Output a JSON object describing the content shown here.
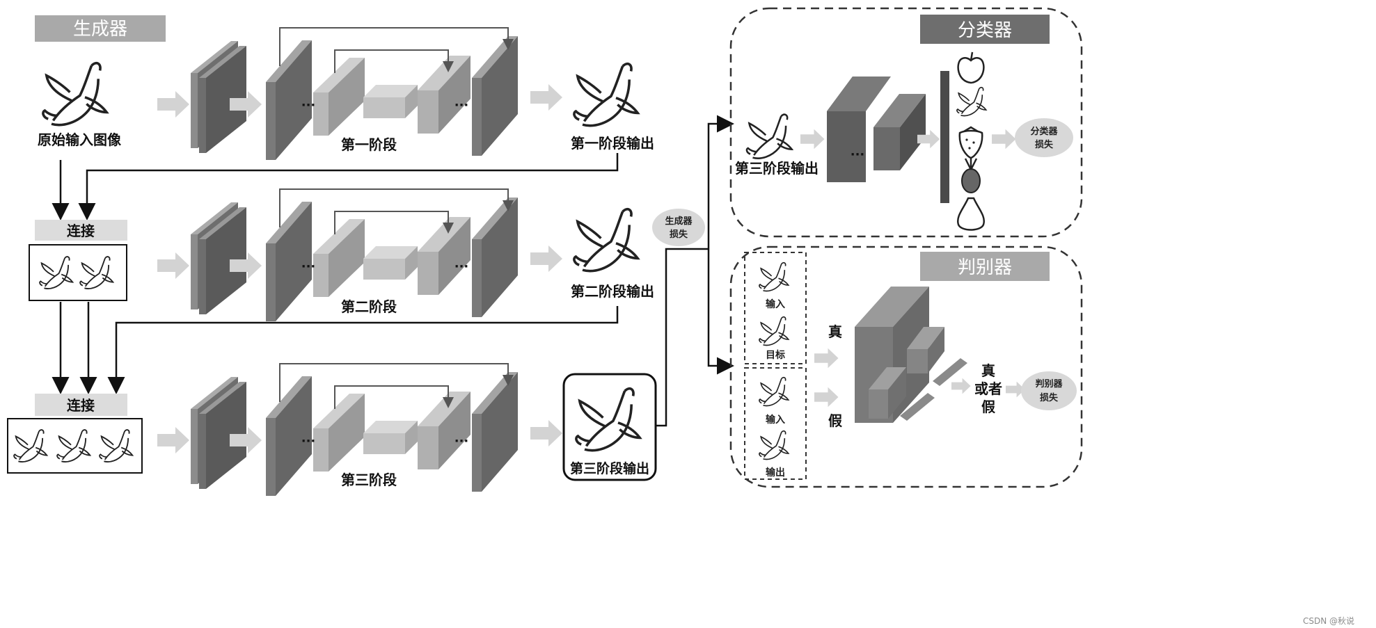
{
  "generator": {
    "header": "生成器",
    "input_label": "原始输入图像",
    "concat_label_1": "连接",
    "concat_label_2": "连接",
    "stage_labels": [
      "第一阶段",
      "第二阶段",
      "第三阶段"
    ],
    "stage_outputs": [
      "第一阶段输出",
      "第二阶段输出",
      "第三阶段输出"
    ],
    "dots": "···",
    "loss_line1": "生成器",
    "loss_line2": "损失"
  },
  "classifier": {
    "header": "分类器",
    "input_label": "第三阶段输出",
    "dots": "···",
    "loss_line1": "分类器",
    "loss_line2": "损失"
  },
  "discriminator": {
    "header": "判别器",
    "input_label": "输入",
    "target_label": "目标",
    "input_label_2": "输入",
    "output_label": "输出",
    "real_label": "真",
    "fake_label": "假",
    "result_line1": "真",
    "result_line2": "或者",
    "result_line3": "假",
    "loss_line1": "判别器",
    "loss_line2": "损失"
  },
  "watermark": "CSDN @秋说",
  "colors": {
    "header_bg": "#6e6e6e",
    "header_light_bg": "#a9a9a9",
    "block_dark": "#5e5e5e",
    "block_mid": "#8c8c8c",
    "block_light": "#b8b8b8",
    "arrow_light": "#d3d3d3",
    "loss_ellipse": "#d8d8d8"
  }
}
